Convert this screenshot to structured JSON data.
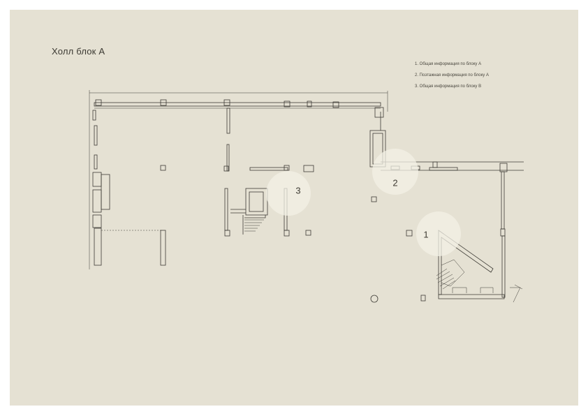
{
  "title": "Холл блок А",
  "legend": [
    "1. Общая информация по блоку А",
    "2. Поэтажная информация по блоку А",
    "3. Общая информация по блоку В"
  ],
  "markers": [
    "1",
    "2",
    "3"
  ],
  "colors": {
    "background": "#e5e1d3",
    "line": "#3d3b35",
    "marker_fill": "#f3f0e6"
  }
}
